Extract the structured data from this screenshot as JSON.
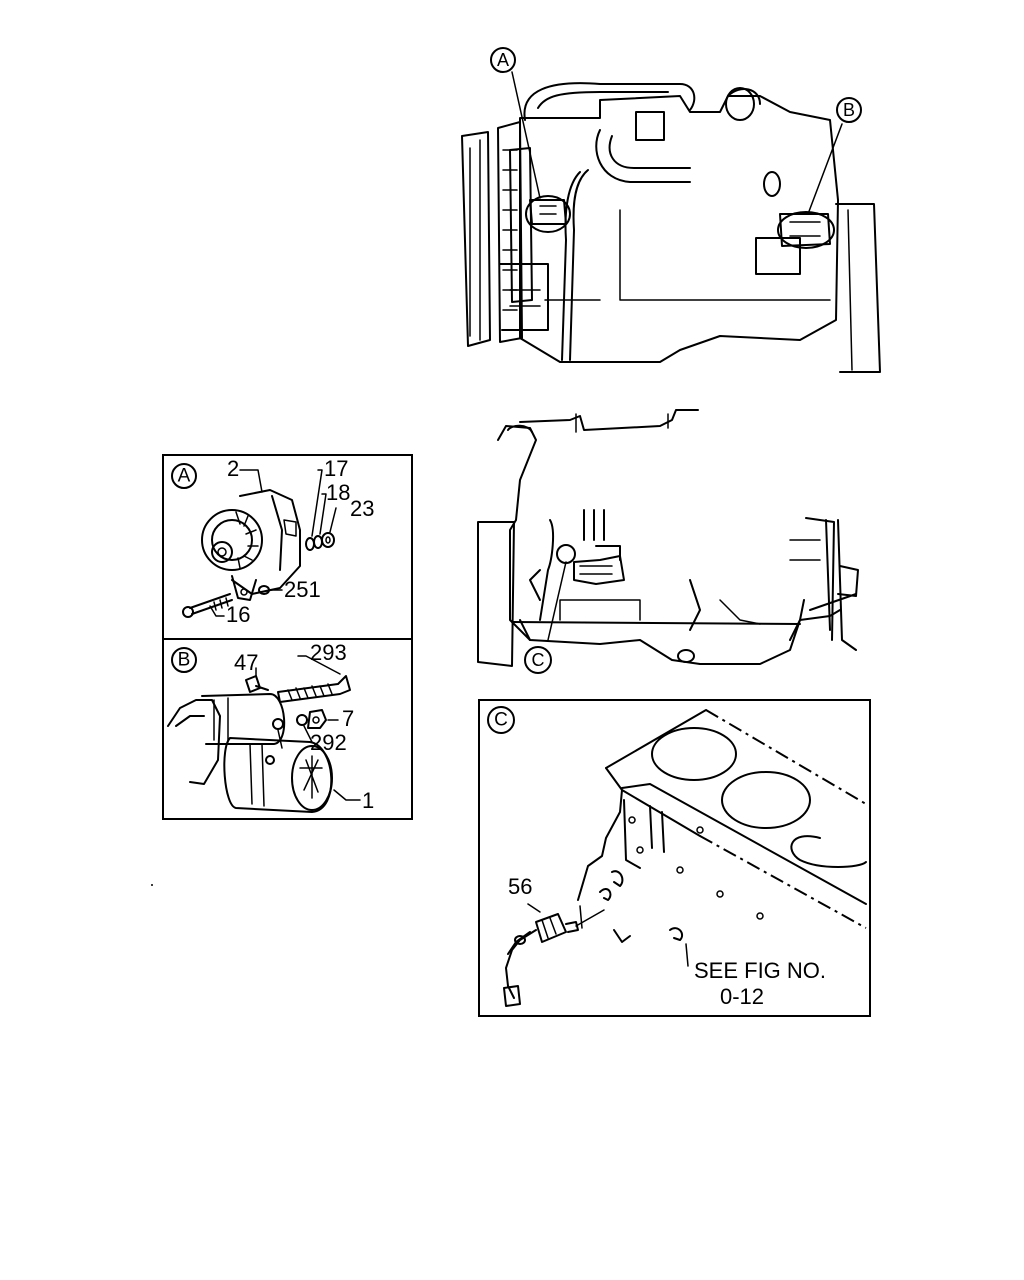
{
  "detail_markers": {
    "a": "A",
    "b": "B",
    "c": "C"
  },
  "detail_a": {
    "title": "A",
    "callouts": {
      "alternator": "2",
      "p17": "17",
      "p18": "18",
      "p23": "23",
      "p251": "251",
      "bolt": "16"
    }
  },
  "detail_b": {
    "title": "B",
    "callouts": {
      "p47": "47",
      "cable": "293",
      "p7": "7",
      "p292": "292",
      "starter": "1"
    }
  },
  "detail_c": {
    "title": "C",
    "callouts": {
      "sensor": "56",
      "note_line1": "SEE FIG NO.",
      "note_line2": "0-12"
    }
  }
}
